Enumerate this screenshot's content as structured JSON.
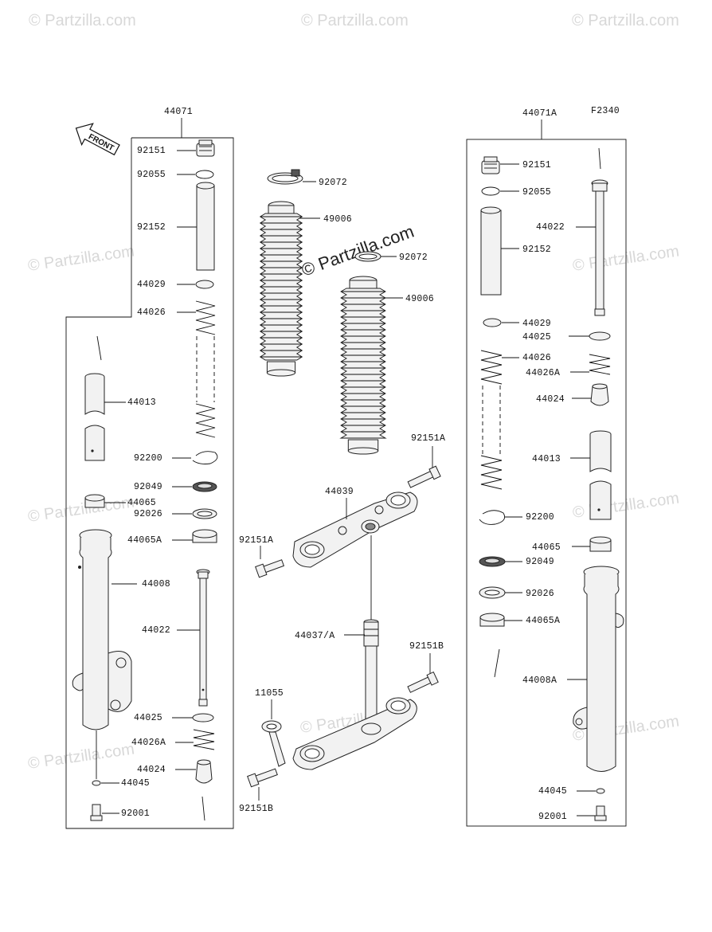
{
  "figure_code": "F2340",
  "front_label": "FRONT",
  "watermark": "© Partzilla.com",
  "center_watermark": "© Partzilla.com",
  "groups": {
    "left": "44071",
    "right": "44071A"
  },
  "labels": {
    "L_92151": "92151",
    "L_92055": "92055",
    "L_92152": "92152",
    "L_44029": "44029",
    "L_44026": "44026",
    "L_44013": "44013",
    "L_92200": "92200",
    "L_92049": "92049",
    "L_44065": "44065",
    "L_92026": "92026",
    "L_44065A": "44065A",
    "L_44008": "44008",
    "L_44022": "44022",
    "L_44025": "44025",
    "L_44026A": "44026A",
    "L_44024": "44024",
    "L_44045": "44045",
    "L_92001": "92001",
    "C_92072a": "92072",
    "C_49006a": "49006",
    "C_92072b": "92072",
    "C_49006b": "49006",
    "C_92151A_top": "92151A",
    "C_44039": "44039",
    "C_92151A_left": "92151A",
    "C_44037A": "44037/A",
    "C_92151B_right": "92151B",
    "C_11055": "11055",
    "C_92151B_bottom": "92151B",
    "R_92151": "92151",
    "R_92055": "92055",
    "R_44022": "44022",
    "R_92152": "92152",
    "R_44029": "44029",
    "R_44025": "44025",
    "R_44026": "44026",
    "R_44026A": "44026A",
    "R_44024": "44024",
    "R_44013": "44013",
    "R_92200": "92200",
    "R_44065": "44065",
    "R_92049": "92049",
    "R_92026": "92026",
    "R_44065A": "44065A",
    "R_44008A": "44008A",
    "R_44045": "44045",
    "R_92001": "92001"
  }
}
